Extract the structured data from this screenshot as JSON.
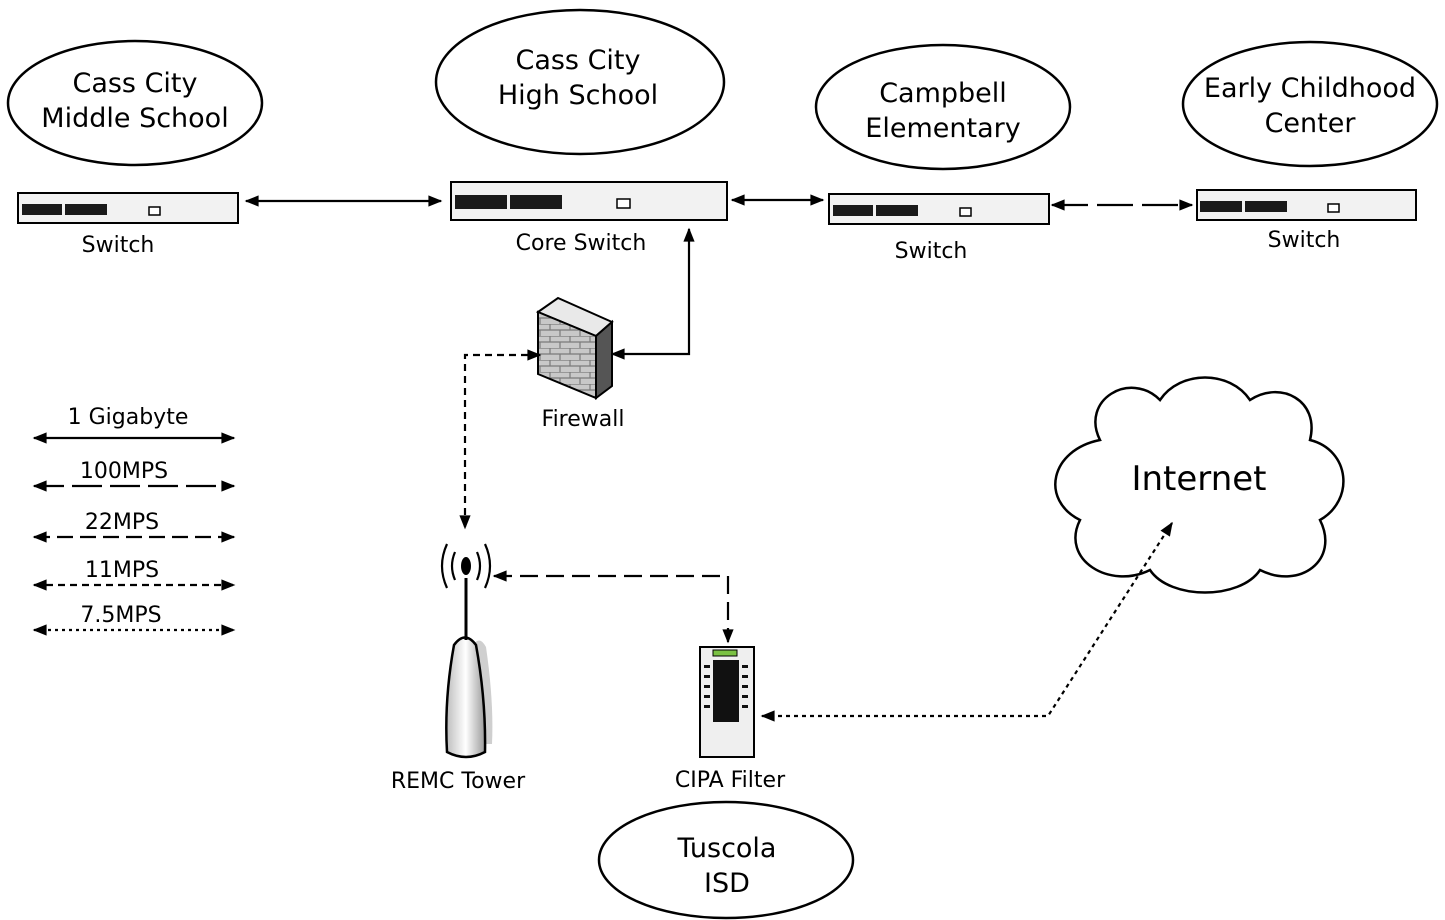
{
  "sites": {
    "middle_school": [
      "Cass City",
      "Middle School"
    ],
    "high_school": [
      "Cass City",
      "High School"
    ],
    "campbell": [
      "Campbell",
      "Elementary"
    ],
    "early_childhood": [
      "Early Childhood",
      "Center"
    ],
    "tuscola": [
      "Tuscola",
      "ISD"
    ]
  },
  "devices": {
    "switch_ms": "Switch",
    "core_switch": "Core Switch",
    "switch_campbell": "Switch",
    "switch_ecc": "Switch",
    "firewall": "Firewall",
    "tower": "REMC Tower",
    "cipa": "CIPA Filter",
    "internet": "Internet"
  },
  "legend": [
    {
      "label": "1 Gigabyte",
      "style": "solid"
    },
    {
      "label": "100MPS",
      "style": "long-dash"
    },
    {
      "label": "22MPS",
      "style": "medium-dash"
    },
    {
      "label": "11MPS",
      "style": "short-dash"
    },
    {
      "label": "7.5MPS",
      "style": "dotted"
    }
  ]
}
